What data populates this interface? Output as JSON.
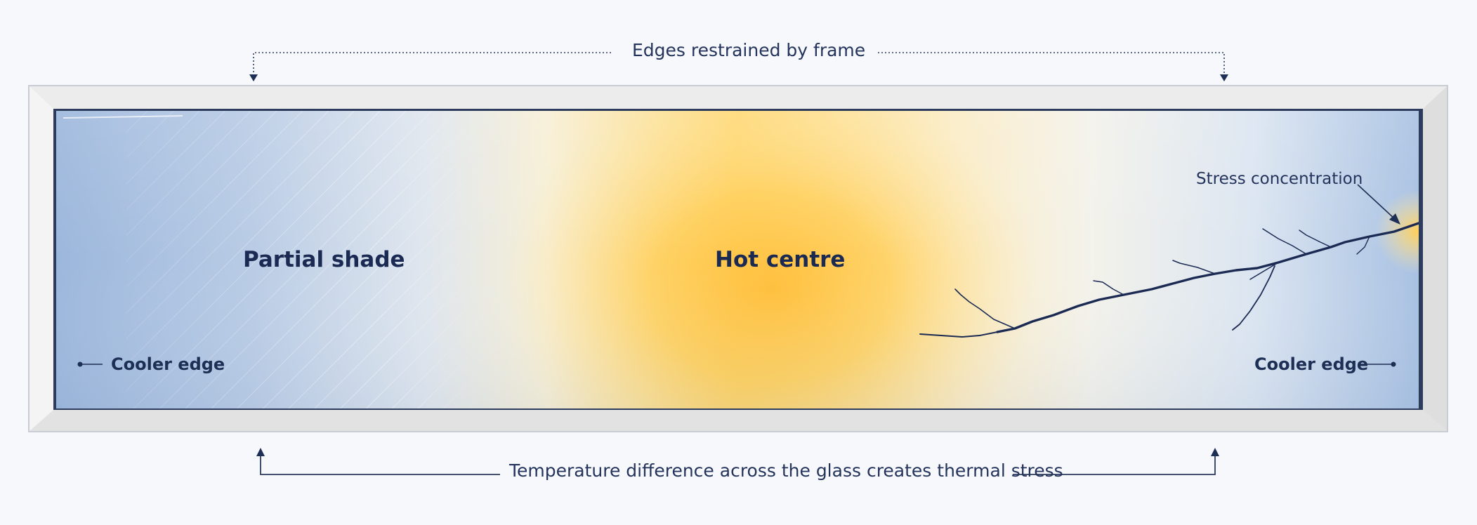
{
  "callouts": {
    "top": "Edges restrained by frame",
    "bottom": "Temperature difference across the glass creates thermal stress",
    "stress": "Stress concentration"
  },
  "zones": {
    "shade": "Partial shade",
    "hot": "Hot centre",
    "cool_left": "Cooler edge",
    "cool_right": "Cooler edge"
  },
  "colors": {
    "cool_blue": "#9cb7dc",
    "hot_amber": "#ffbf3c",
    "frame": "#e6e6e6",
    "ink": "#1b2a52"
  }
}
